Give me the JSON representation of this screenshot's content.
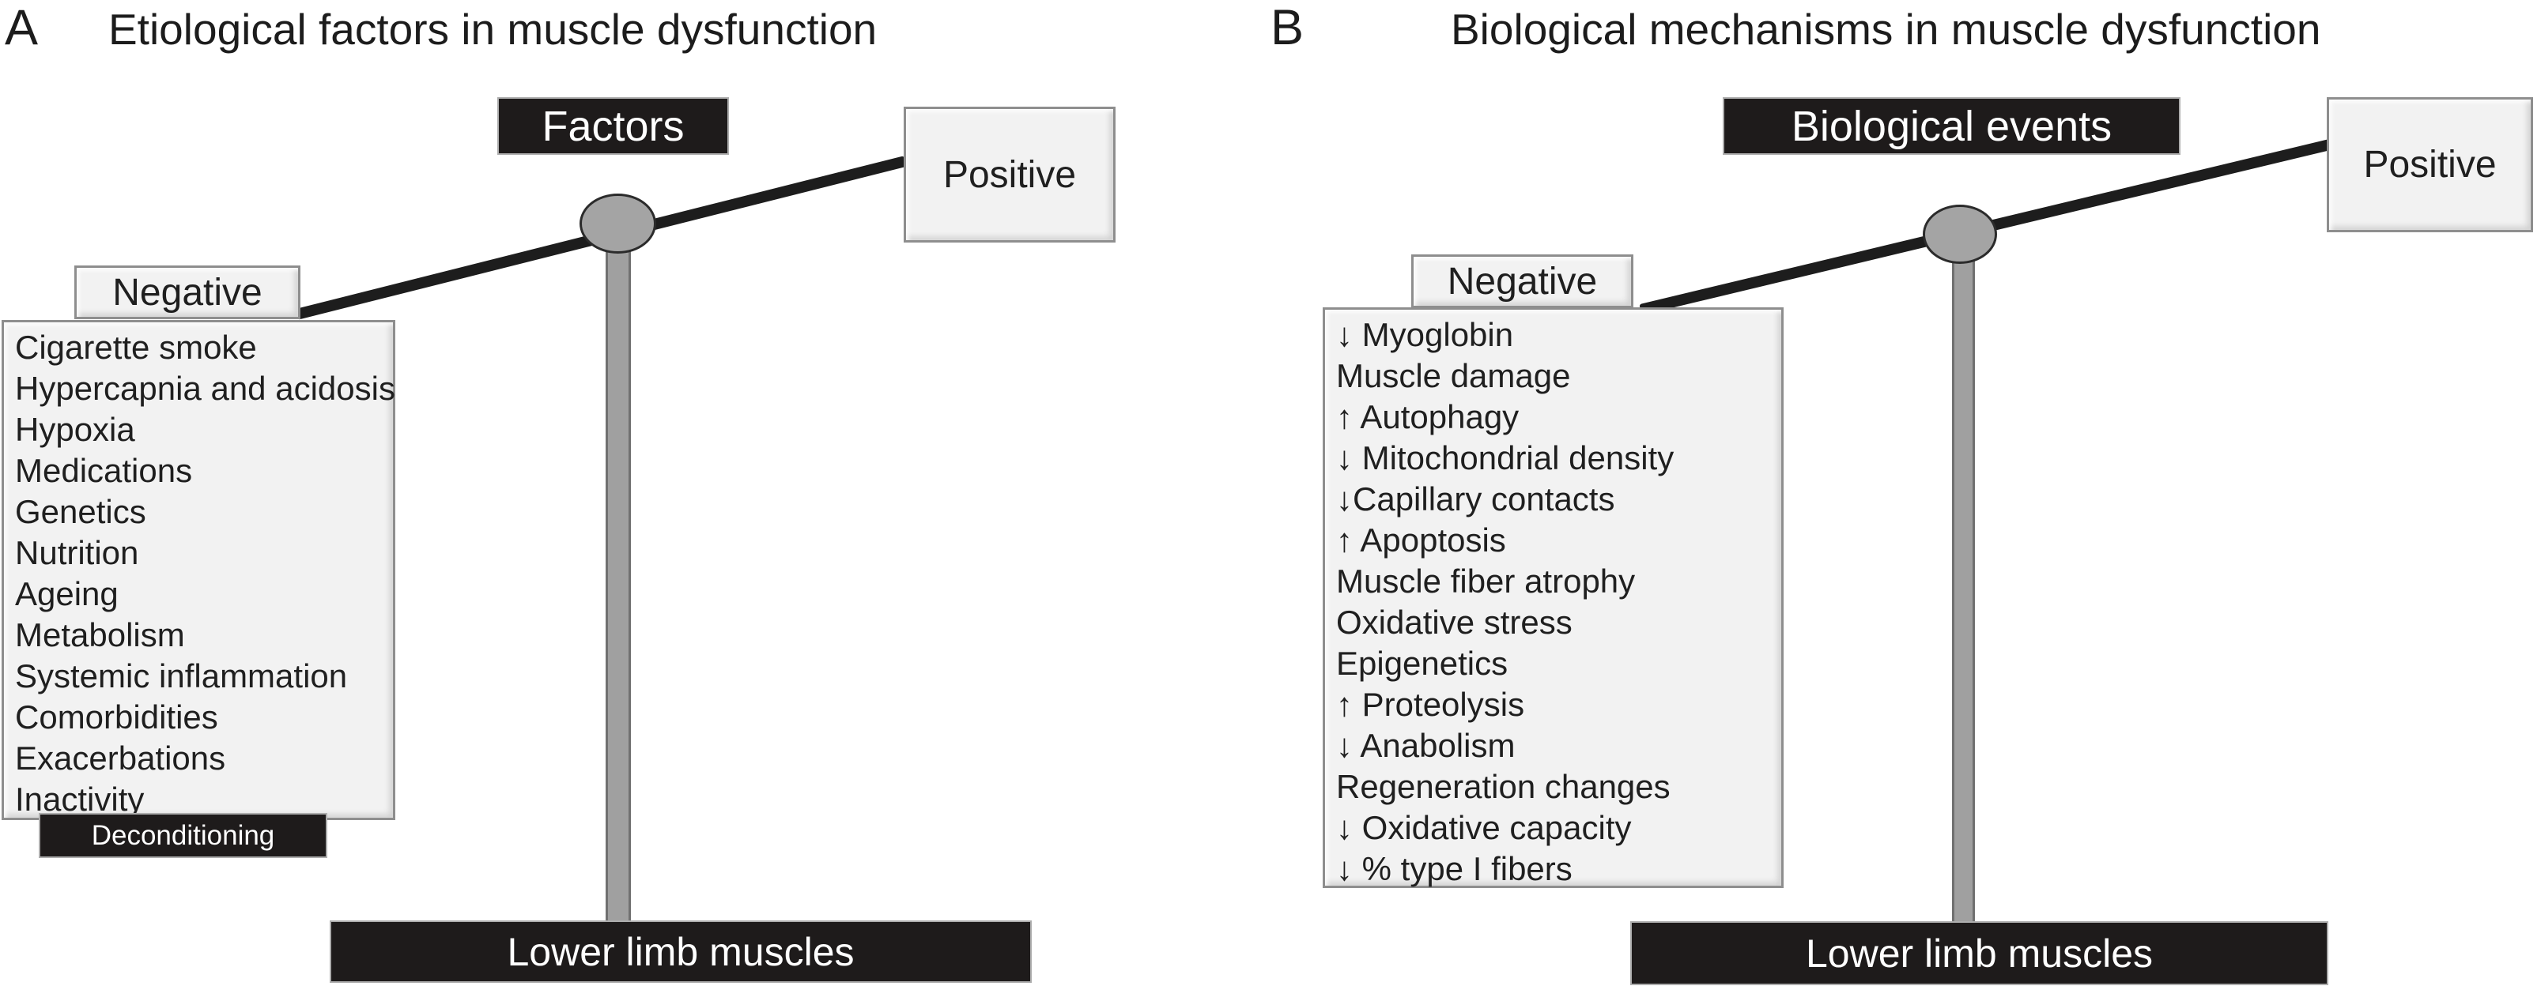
{
  "figure": {
    "panels": [
      {
        "letter": "A",
        "title": "Etiological factors in muscle dysfunction",
        "top_label": "Factors",
        "positive_label": "Positive",
        "negative_label": "Negative",
        "list": [
          "Cigarette smoke",
          "Hypercapnia and acidosis",
          "Hypoxia",
          "Medications",
          "Genetics",
          "Nutrition",
          "Ageing",
          "Metabolism",
          "Systemic inflammation",
          "Comorbidities",
          "Exacerbations",
          "Inactivity"
        ],
        "overlay_label": "Deconditioning",
        "base_label": "Lower limb muscles"
      },
      {
        "letter": "B",
        "title": "Biological mechanisms in muscle dysfunction",
        "top_label": "Biological events",
        "positive_label": "Positive",
        "negative_label": "Negative",
        "list": [
          "↓ Myoglobin",
          "Muscle damage",
          "↑ Autophagy",
          "↓ Mitochondrial density",
          "↓Capillary contacts",
          "↑ Apoptosis",
          "Muscle fiber atrophy",
          "Oxidative stress",
          "Epigenetics",
          "↑ Proteolysis",
          "↓ Anabolism",
          "Regeneration changes",
          "↓ Oxidative capacity",
          "↓ % type I fibers"
        ],
        "base_label": "Lower limb muscles"
      }
    ],
    "colors": {
      "dark_box": "#1e1b1b",
      "light_box_fill": "#f2f2f2",
      "light_box_border": "#8e8e8e",
      "beam": "#1d1d1d",
      "pivot_fill": "#a4a4a4"
    }
  }
}
